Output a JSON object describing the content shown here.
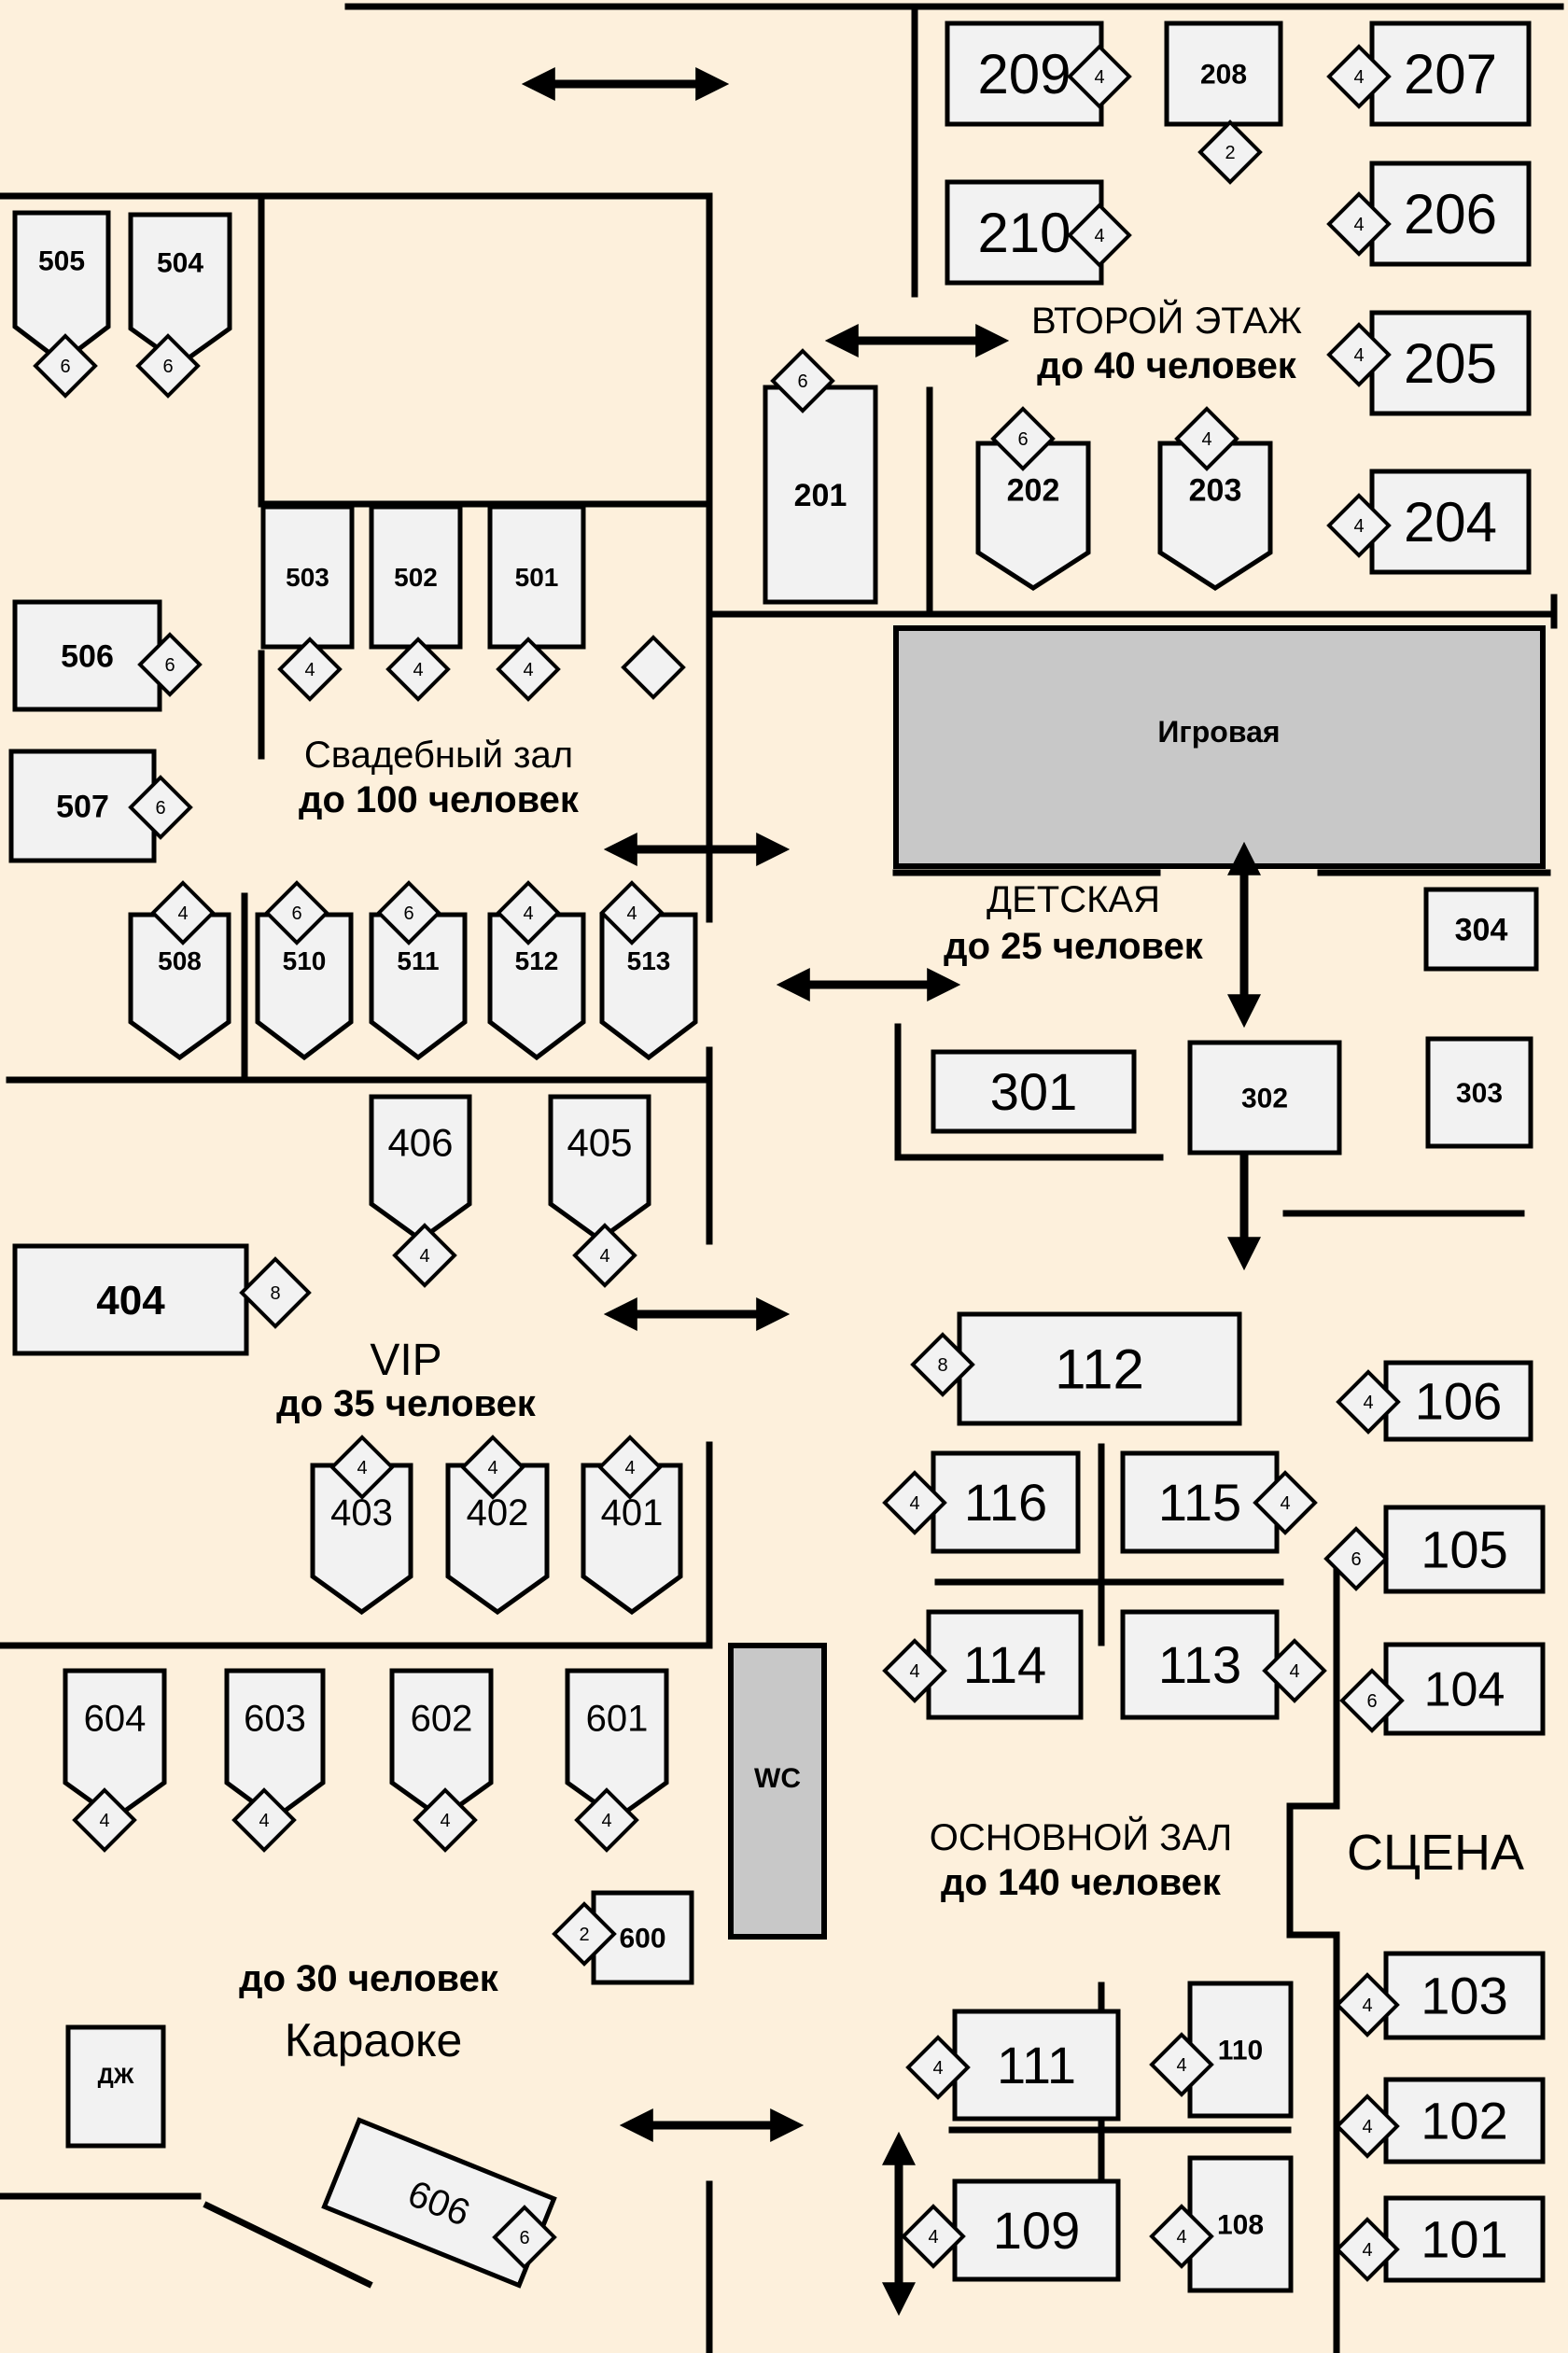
{
  "colors": {
    "background": "#fdf0dc",
    "table": "#f2f2f2",
    "grey_room": "#c8c8c8",
    "line": "#000000"
  },
  "zones": {
    "second_floor": {
      "name": "ВТОРОЙ ЭТАЖ",
      "capacity": "до 40 человек"
    },
    "wedding_hall": {
      "name": "Свадебный зал",
      "capacity": "до 100 человек"
    },
    "kids_room": {
      "name": "ДЕТСКАЯ",
      "capacity": "до 25 человек"
    },
    "play_room": {
      "name": "Игровая"
    },
    "vip": {
      "name": "VIP",
      "capacity": "до 35 человек"
    },
    "karaoke": {
      "name": "Караоке",
      "capacity": "до 30 человек"
    },
    "main_hall": {
      "name": "ОСНОВНОЙ ЗАЛ",
      "capacity": "до 140 человек"
    },
    "stage": {
      "name": "СЦЕНА"
    },
    "wc": {
      "name": "WC"
    },
    "dj": {
      "name": "ДЖ"
    }
  },
  "tables": {
    "t209": {
      "number": "209",
      "seats": "4"
    },
    "t208": {
      "number": "208",
      "seats": "2"
    },
    "t207": {
      "number": "207",
      "seats": "4"
    },
    "t210": {
      "number": "210",
      "seats": "4"
    },
    "t206": {
      "number": "206",
      "seats": "4"
    },
    "t205": {
      "number": "205",
      "seats": "4"
    },
    "t204": {
      "number": "204",
      "seats": "4"
    },
    "t201": {
      "number": "201",
      "seats": "6"
    },
    "t202": {
      "number": "202",
      "seats": "6"
    },
    "t203": {
      "number": "203",
      "seats": "4"
    },
    "t505": {
      "number": "505",
      "seats": "6"
    },
    "t504": {
      "number": "504",
      "seats": "6"
    },
    "t503": {
      "number": "503",
      "seats": "4"
    },
    "t502": {
      "number": "502",
      "seats": "4"
    },
    "t501": {
      "number": "501",
      "seats": "4"
    },
    "t506": {
      "number": "506",
      "seats": "6"
    },
    "t507": {
      "number": "507",
      "seats": "6"
    },
    "t508": {
      "number": "508",
      "seats": "4"
    },
    "t510": {
      "number": "510",
      "seats": "6"
    },
    "t511": {
      "number": "511",
      "seats": "6"
    },
    "t512": {
      "number": "512",
      "seats": "4"
    },
    "t513": {
      "number": "513",
      "seats": "4"
    },
    "t304": {
      "number": "304"
    },
    "t301": {
      "number": "301"
    },
    "t302": {
      "number": "302"
    },
    "t303": {
      "number": "303"
    },
    "t406": {
      "number": "406",
      "seats": "4"
    },
    "t405": {
      "number": "405",
      "seats": "4"
    },
    "t404": {
      "number": "404",
      "seats": "8"
    },
    "t403": {
      "number": "403",
      "seats": "4"
    },
    "t402": {
      "number": "402",
      "seats": "4"
    },
    "t401": {
      "number": "401",
      "seats": "4"
    },
    "t112": {
      "number": "112",
      "seats": "8"
    },
    "t106": {
      "number": "106",
      "seats": "4"
    },
    "t116": {
      "number": "116",
      "seats": "4"
    },
    "t115": {
      "number": "115",
      "seats": "4"
    },
    "t105": {
      "number": "105",
      "seats": "6"
    },
    "t114": {
      "number": "114",
      "seats": "4"
    },
    "t113": {
      "number": "113",
      "seats": "4"
    },
    "t104": {
      "number": "104",
      "seats": "6"
    },
    "t604": {
      "number": "604",
      "seats": "4"
    },
    "t603": {
      "number": "603",
      "seats": "4"
    },
    "t602": {
      "number": "602",
      "seats": "4"
    },
    "t601": {
      "number": "601",
      "seats": "4"
    },
    "t600": {
      "number": "600",
      "seats": "2"
    },
    "t103": {
      "number": "103",
      "seats": "4"
    },
    "t111": {
      "number": "111",
      "seats": "4"
    },
    "t110": {
      "number": "110",
      "seats": "4"
    },
    "t102": {
      "number": "102",
      "seats": "4"
    },
    "t109": {
      "number": "109",
      "seats": "4"
    },
    "t108": {
      "number": "108",
      "seats": "4"
    },
    "t101": {
      "number": "101",
      "seats": "4"
    },
    "t606": {
      "number": "606",
      "seats": "6"
    }
  }
}
